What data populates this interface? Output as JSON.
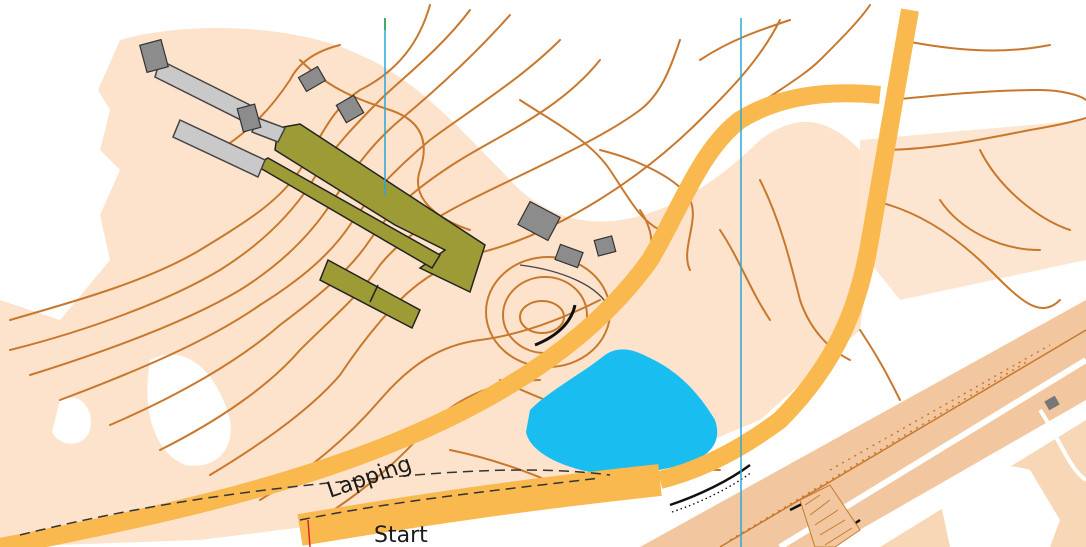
{
  "map": {
    "labels": {
      "lapping": "Lapping",
      "start": "Start"
    },
    "colors": {
      "background": "#ffffff",
      "open_land": "#fde3cc",
      "contour": "#c8782d",
      "road": "#f9b94e",
      "water": "#19bdf0",
      "building": "#8c8c8c",
      "vegetation": "#9c9b36",
      "north_line": "#2aa8d8",
      "paved_area": "#f2c79f",
      "cliff": "#222222",
      "course_line": "#d22b2b"
    },
    "features": [
      "open-land",
      "contour-lines",
      "road",
      "lake",
      "buildings",
      "vegetation-strips",
      "railway",
      "cliffs",
      "north-lines"
    ]
  }
}
